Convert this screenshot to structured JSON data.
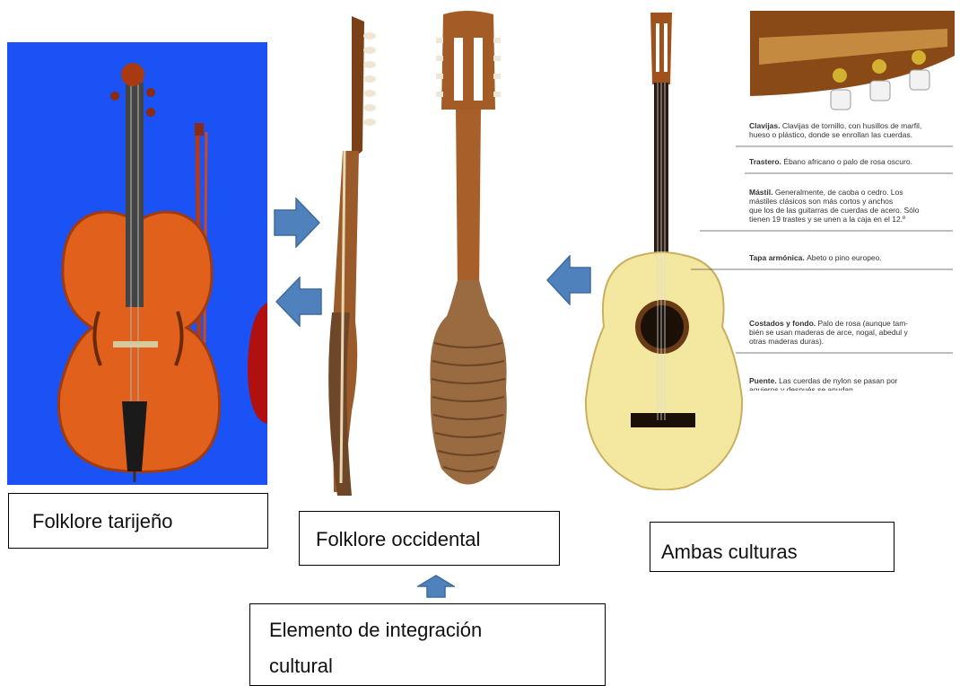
{
  "captions": {
    "tarija": "Folklore tarijeño",
    "occidental": "Folklore occidental",
    "ambas": "Ambas culturas",
    "integracion_line1": "Elemento de integración",
    "integracion_line2": "cultural"
  },
  "guitar_labels": [
    {
      "title": "Clavijas.",
      "lines": [
        "Clavijas de tornillo, con husillos de marfil,",
        "hueso o plástico, donde se enrollan las cuerdas."
      ]
    },
    {
      "title": "Trastero.",
      "lines": [
        "Ébano africano o palo de rosa oscuro."
      ]
    },
    {
      "title": "Mástil.",
      "lines": [
        "Generalmente, de caoba o cedro. Los",
        "mástiles clásicos son más cortos y anchos",
        "que los de las guitarras de cuerdas de acero. Sólo",
        "tienen 19 trastes y se unen a la caja en el 12.º"
      ]
    },
    {
      "title": "Tapa armónica.",
      "lines": [
        "Abeto o pino europeo."
      ]
    },
    {
      "title": "Costados y fondo.",
      "lines": [
        "Palo de rosa (aunque tam-",
        "bién se usan maderas de arce, nogal, abedul y",
        "otras maderas duras)."
      ]
    },
    {
      "title": "Puente.",
      "lines": [
        "Las cuerdas de nylon se pasan por",
        "agujeros y después se anudan."
      ]
    }
  ],
  "colors": {
    "arrow": "#4f81bd",
    "violin_bg": "#1a52f5",
    "violin_body": "#e0601c",
    "guitar_top": "#f4e7a0",
    "charango_wood": "#9a5a2a"
  }
}
